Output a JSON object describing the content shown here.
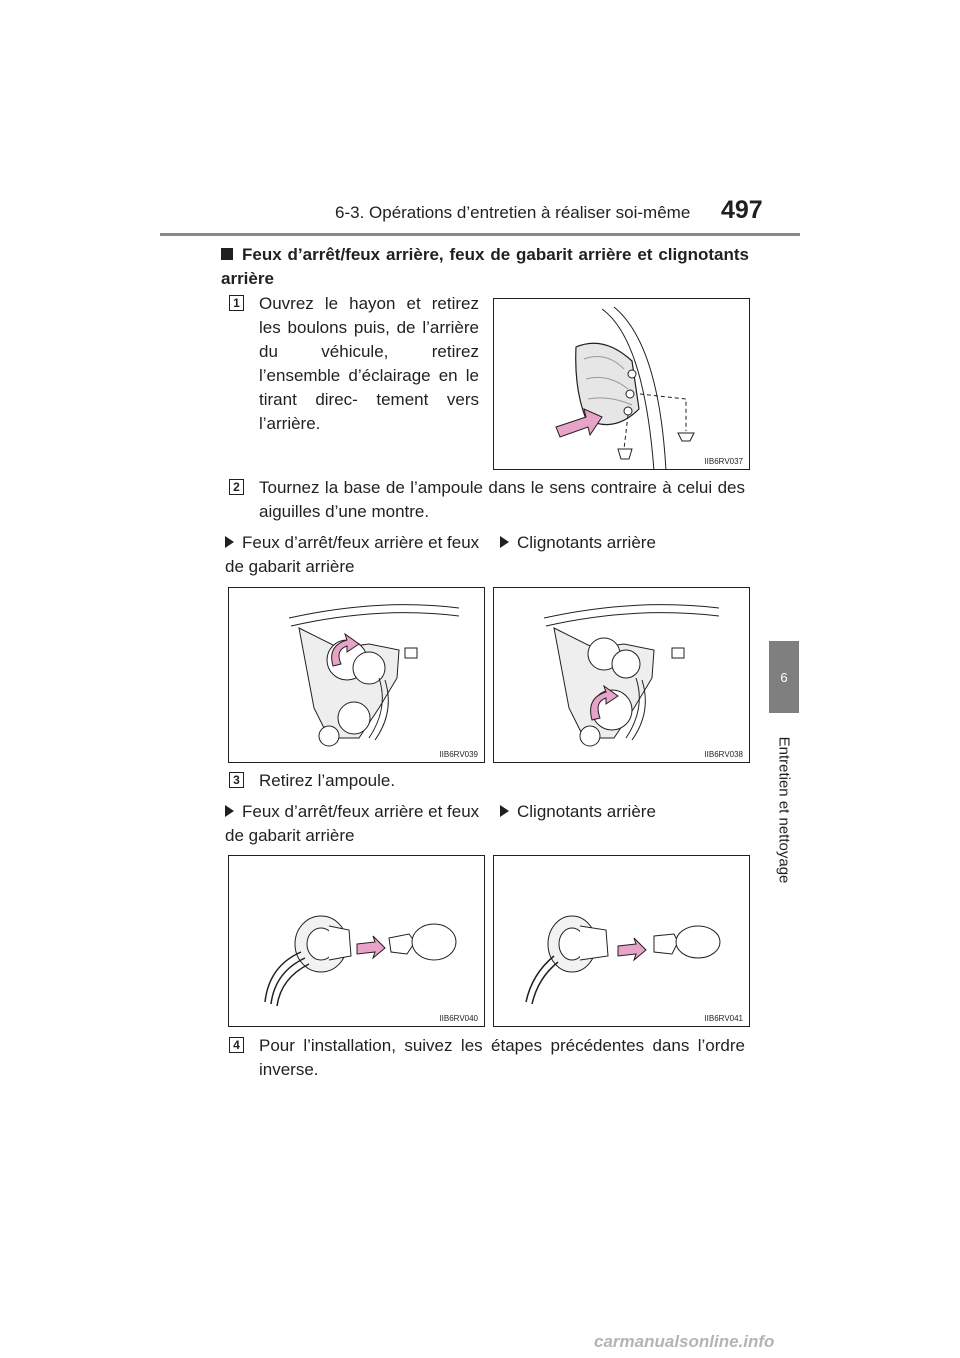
{
  "header": {
    "chapter_title": "6-3. Opérations d’entretien à réaliser soi-même",
    "page_number": "497"
  },
  "side_tab": {
    "number": "6",
    "label": "Entretien et nettoyage"
  },
  "section": {
    "title": "Feux d’arrêt/feux arrière, feux de gabarit arrière et clignotants arrière"
  },
  "steps": [
    {
      "number": "1",
      "text": "Ouvrez le hayon et retirez les boulons puis, de l’arrière du véhicule, retirez l’ensemble d’éclairage en le tirant direc- tement vers l’arrière."
    },
    {
      "number": "2",
      "text": "Tournez la base de l’ampoule dans le sens contraire à celui des aiguilles d’une montre."
    },
    {
      "number": "3",
      "text": "Retirez l’ampoule."
    },
    {
      "number": "4",
      "text": "Pour l’installation, suivez les étapes précédentes dans l’ordre inverse."
    }
  ],
  "subheads": {
    "stop_tail": "Feux d’arrêt/feux arrière et feux de gabarit arrière",
    "turn": "Clignotants arrière"
  },
  "figures": {
    "fig1_code": "IIB6RV037",
    "fig2_code": "IIB6RV039",
    "fig3_code": "IIB6RV038",
    "fig4_code": "IIB6RV040",
    "fig5_code": "IIB6RV041"
  },
  "watermark": "carmanualsonline.info",
  "colors": {
    "arrow": "#e8a3c9",
    "tab": "#7f7f7f",
    "rule": "#8a8a8a"
  }
}
